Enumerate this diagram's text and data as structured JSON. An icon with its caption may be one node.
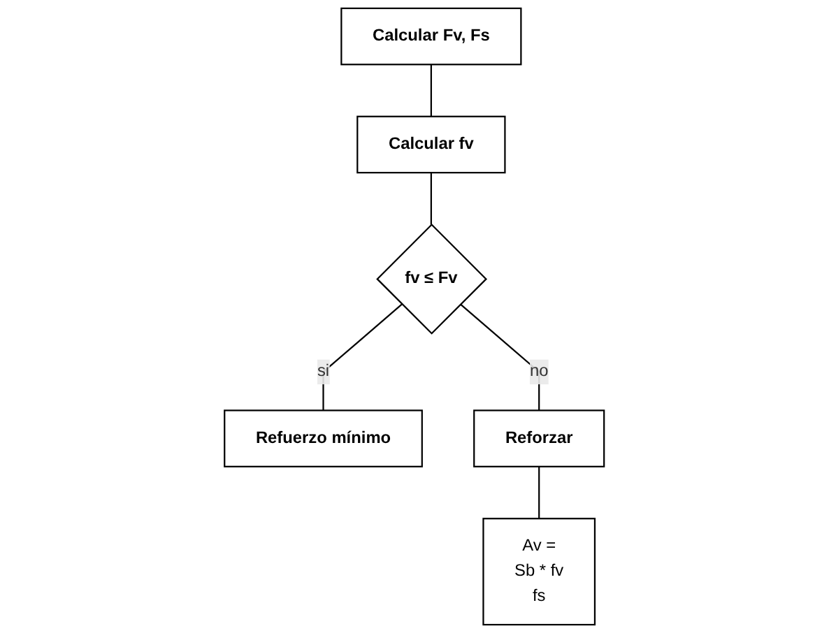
{
  "diagram": {
    "nodes": [
      {
        "text": [
          "Calcular Fv, Fs"
        ]
      },
      {
        "text": [
          "Calcular fv"
        ]
      },
      {
        "text": [
          "fv ≤ Fv"
        ]
      },
      {
        "text": [
          "Refuerzo mínimo"
        ]
      },
      {
        "text": [
          "Reforzar"
        ]
      },
      {
        "text": [
          "Av =",
          "Sb * fv",
          "fs"
        ]
      }
    ],
    "edges": [
      {
        "from": 0,
        "to": 1,
        "arrow": "none"
      },
      {
        "from": 1,
        "to": 2,
        "arrow": "none"
      },
      {
        "from": 2,
        "to": 3,
        "arrow": "none",
        "label": "si"
      },
      {
        "from": 2,
        "to": 4,
        "arrow": "none",
        "label": "no"
      },
      {
        "from": 4,
        "to": 5,
        "arrow": "none"
      }
    ]
  }
}
